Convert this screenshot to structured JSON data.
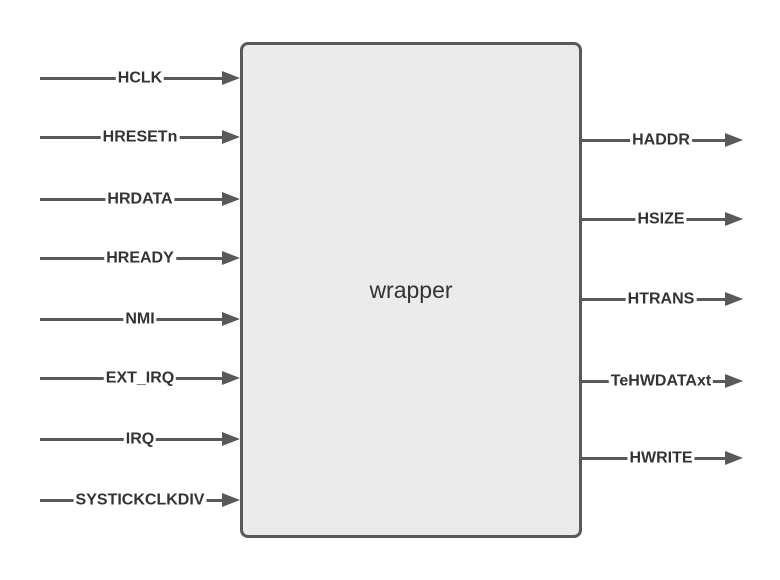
{
  "diagram": {
    "block_label": "wrapper",
    "inputs": [
      "HCLK",
      "HRESETn",
      "HRDATA",
      "HREADY",
      "NMI",
      "EXT_IRQ",
      "IRQ",
      "SYSTICKCLKDIV"
    ],
    "outputs": [
      "HADDR",
      "HSIZE",
      "HTRANS",
      "TeHWDATAxt",
      "HWRITE"
    ]
  },
  "colors": {
    "canvas_bg": "#ffffff",
    "block_fill": "#ebebeb",
    "block_border": "#595959",
    "wire_color": "#595959",
    "label_color": "#333333"
  }
}
